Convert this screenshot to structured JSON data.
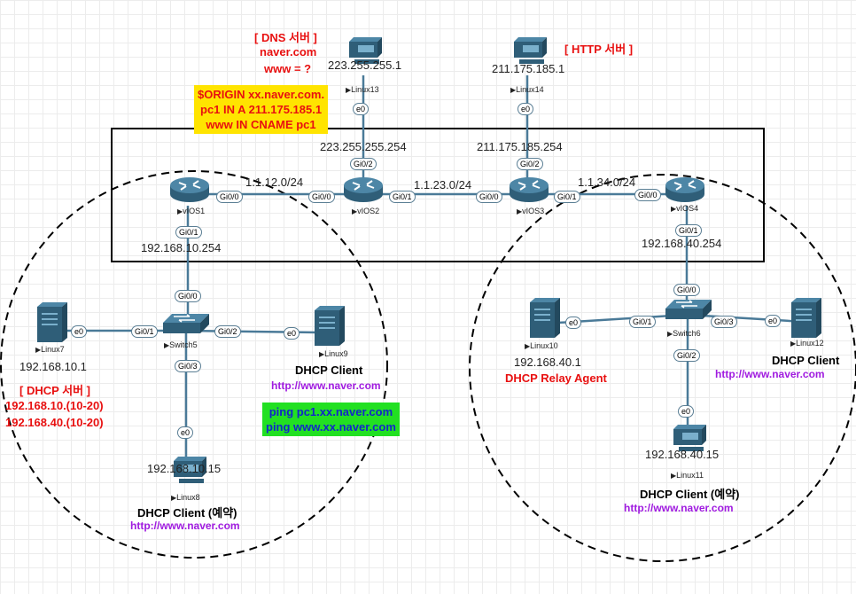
{
  "dns_server": {
    "title": "[ DNS 서버 ]",
    "domain": "naver.com",
    "query": "www = ?"
  },
  "http_server": {
    "title": "[ HTTP 서버 ]"
  },
  "zone_file": {
    "line1": "$ORIGIN xx.naver.com.",
    "line2": "pc1  IN  A  211.175.185.1",
    "line3": "www  IN  CNAME  pc1"
  },
  "hosts": {
    "linux13": {
      "name": "Linux13",
      "ip": "223.255.255.1"
    },
    "linux14": {
      "name": "Linux14",
      "ip": "211.175.185.1"
    },
    "linux7": {
      "name": "Linux7",
      "ip": "192.168.10.1",
      "role": "[ DHCP 서버 ]",
      "pool1": "192.168.10.(10-20)",
      "pool2": "192.168.40.(10-20)"
    },
    "linux8": {
      "name": "Linux8",
      "ip": "192.168.10.15",
      "role": "DHCP Client (예약)",
      "url": "http://www.naver.com"
    },
    "linux9": {
      "name": "Linux9",
      "role": "DHCP Client",
      "url": "http://www.naver.com"
    },
    "linux10": {
      "name": "Linux10",
      "ip": "192.168.40.1",
      "role": "DHCP Relay Agent"
    },
    "linux11": {
      "name": "Linux11",
      "ip": "192.168.40.15",
      "role": "DHCP Client (예약)",
      "url": "http://www.naver.com"
    },
    "linux12": {
      "name": "Linux12",
      "role": "DHCP Client",
      "url": "http://www.naver.com"
    }
  },
  "ping_box": {
    "line1": "ping pc1.xx.naver.com",
    "line2": "ping www.xx.naver.com"
  },
  "routers": {
    "vios1": {
      "name": "vIOS1",
      "ip": "192.168.10.254"
    },
    "vios2": {
      "name": "vIOS2",
      "ip": "223.255.255.254"
    },
    "vios3": {
      "name": "vIOS3",
      "ip": "211.175.185.254"
    },
    "vios4": {
      "name": "vIOS4",
      "ip": "192.168.40.254"
    }
  },
  "switches": {
    "switch5": "Switch5",
    "switch6": "Switch6"
  },
  "networks": {
    "n12": "1.1.12.0/24",
    "n23": "1.1.23.0/24",
    "n34": "1.1.34.0/24"
  },
  "interfaces": {
    "e0": "e0",
    "gi00": "Gi0/0",
    "gi01": "Gi0/1",
    "gi02": "Gi0/2",
    "gi03": "Gi0/3"
  },
  "colors": {
    "red_text": "#e81010",
    "purple_text": "#a01be0",
    "yellow_box": "#ffe400",
    "green_box": "#22e022",
    "device_blue": "#3c7391",
    "link": "#4a7a98"
  },
  "icons": {
    "router": "router-icon",
    "switch": "switch-icon",
    "server": "server-icon",
    "workstation": "workstation-icon"
  }
}
